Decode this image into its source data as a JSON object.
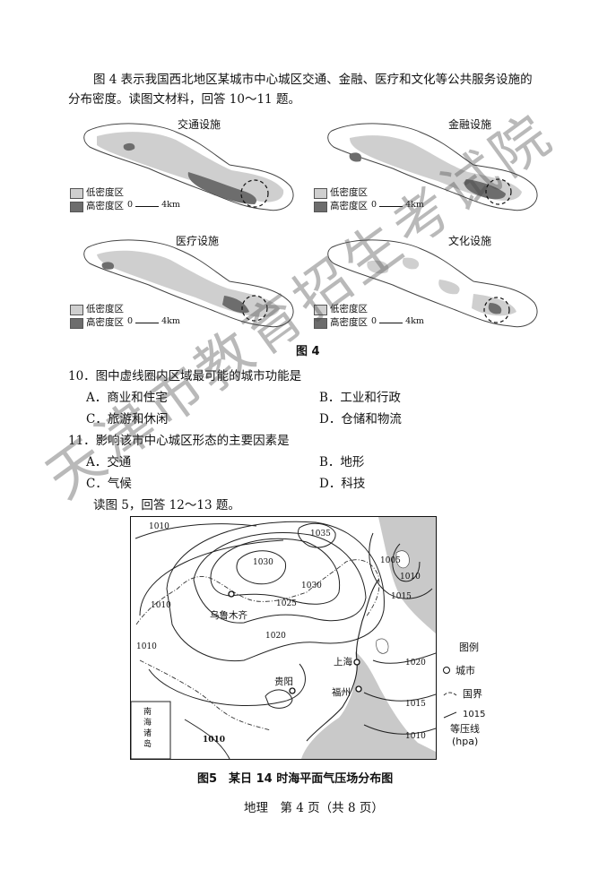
{
  "intro": {
    "line1": "图 4 表示我国西北地区某城市中心城区交通、金融、医疗和文化等公共服务设施的",
    "line2": "分布密度。读图文材料，回答 10～11 题。"
  },
  "figure4": {
    "panels": [
      {
        "title": "交通设施"
      },
      {
        "title": "金融设施"
      },
      {
        "title": "医疗设施"
      },
      {
        "title": "文化设施"
      }
    ],
    "legend_low": "低密度区",
    "legend_high": "高密度区",
    "scale_zero": "0",
    "scale_label": "4km",
    "caption": "图 4"
  },
  "q10": {
    "stem": "10．图中虚线圈内区域最可能的城市功能是",
    "A": "A．商业和住宅",
    "B": "B．工业和行政",
    "C": "C．旅游和休闲",
    "D": "D．仓储和物流"
  },
  "q11": {
    "stem": "11．影响该市中心城区形态的主要因素是",
    "A": "A．交通",
    "B": "B．地形",
    "C": "C．气候",
    "D": "D．科技"
  },
  "intro2": "读图 5，回答 12～13 题。",
  "figure5": {
    "isobars": [
      "1010",
      "1035",
      "1030",
      "1030",
      "1025",
      "1020",
      "1005",
      "1010",
      "1015",
      "1010",
      "1010",
      "1020",
      "1015",
      "1010",
      "1010"
    ],
    "cities": [
      "乌鲁木齐",
      "上海",
      "贵阳",
      "福州"
    ],
    "inset": "南海诸岛",
    "legend_title": "图例",
    "legend_city": "城市",
    "legend_border": "国界",
    "legend_isobar_value": "1015",
    "legend_isobar": "等压线",
    "legend_unit": "(hpa)",
    "caption": "图5　某日 14 时海平面气压场分布图"
  },
  "footer": "地理　第 4 页（共 8 页）",
  "watermark": "天津市教育招生考试院"
}
